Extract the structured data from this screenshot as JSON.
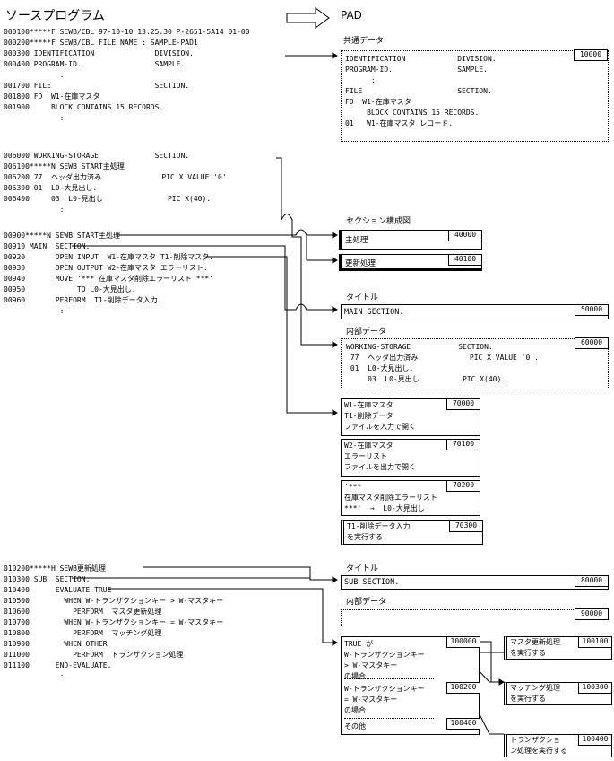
{
  "header": {
    "left_title": "ソースプログラム",
    "right_title": "PAD"
  },
  "source": {
    "block1": [
      "000100*****F SEWB/CBL 97-10-10 13:25:30 P-2651-5A14 01-00",
      "000200*****F SEWB/CBL FILE NAME : SAMPLE-PAD1",
      "000300 IDENTIFICATION              DIVISION.",
      "000400 PROGRAM-ID.                 SAMPLE.",
      "             :",
      "001700 FILE                        SECTION.",
      "001800 FD  W1-在庫マスタ",
      "001900     BLOCK CONTAINS 15 RECORDS.",
      "             :"
    ],
    "block2": [
      "006000 WORKING-STORAGE             SECTION.",
      "006100*****N SEWB START主処理",
      "006200 77  ヘッダ出力済み              PIC X VALUE '0'.",
      "006300 01  L0-大見出し.",
      "006400     03  L0-見出し               PIC X(40).",
      "             :"
    ],
    "block3": [
      "00900*****N SEWB START主処理",
      "00910 MAIN  SECTION.",
      "00920       OPEN INPUT  W1-在庫マスタ T1-削除マスタ.",
      "00930       OPEN OUTPUT W2-在庫マスタ エラーリスト.",
      "00940       MOVE '*** 在庫マスタ削除エラーリスト ***'",
      "00950            TO L0-大見出し.",
      "00960       PERFORM  T1-削除データ入力.",
      "             :"
    ],
    "block4": [
      "010200*****H SEWB更新処理",
      "010300 SUB  SECTION.",
      "010400      EVALUATE TRUE",
      "010500        WHEN W-トランザクションキー > W-マスタキー",
      "010600          PERFORM  マスタ更新処理",
      "010700        WHEN W-トランザクションキー = W-マスタキー",
      "010800          PERFORM  マッチング処理",
      "010900        WHEN OTHER",
      "011000          PERFORM  トランザクション処理",
      "011100      END-EVALUATE.",
      "             :"
    ]
  },
  "pad": {
    "common": {
      "heading": "共通データ",
      "number": "10000",
      "lines": [
        "IDENTIFICATION            DIVISION.",
        "PROGRAM-ID.               SAMPLE.",
        "      :",
        "FILE                      SECTION.",
        "FD  W1-在庫マスタ",
        "     BLOCK CONTAINS 15 RECORDS.",
        "01   W1-在庫マスタ レコード."
      ]
    },
    "section_map": {
      "heading": "セクション構成図",
      "items": [
        {
          "label": "主処理",
          "number": "40000"
        },
        {
          "label": "更新処理",
          "number": "40100"
        }
      ]
    },
    "title1": {
      "heading": "タイトル",
      "label": "MAIN SECTION.",
      "number": "50000"
    },
    "internal1": {
      "heading": "内部データ",
      "number": "60000",
      "lines": [
        "WORKING-STORAGE           SECTION.",
        " 77  ヘッダ出力済み            PIC X VALUE '0'.",
        " 01  L0-大見出し.",
        "     03  L0-見出し          PIC X(40)."
      ]
    },
    "process": [
      {
        "number": "70000",
        "lines": [
          "W1-在庫マスタ",
          "T1-削除データ",
          "ファイルを入力で開く"
        ]
      },
      {
        "number": "70100",
        "lines": [
          "W2-在庫マスタ",
          "エラーリスト",
          "ファイルを出力で開く"
        ]
      },
      {
        "number": "70200",
        "lines": [
          "'***",
          "在庫マスタ削除エラーリスト",
          "***'  →  L0-大見出し"
        ]
      },
      {
        "number": "70300",
        "lines": [
          "T1-削除データ入力",
          "を実行する"
        ]
      }
    ],
    "title2": {
      "heading": "タイトル",
      "label": "SUB SECTION.",
      "number": "80000"
    },
    "internal2": {
      "heading": "内部データ",
      "number": "90000"
    },
    "evaluate": {
      "cases": [
        {
          "number": "100000",
          "lines": [
            "TRUE が",
            "W-トランザクションキー",
            "> W-マスタキー",
            "の場合"
          ]
        },
        {
          "number": "100200",
          "lines": [
            "W-トランザクションキー",
            "= W-マスタキー",
            "の場合"
          ]
        },
        {
          "number": "100400",
          "lines": [
            "その他"
          ]
        }
      ],
      "actions": [
        {
          "number": "100100",
          "lines": [
            "マスタ更新処理",
            "を実行する"
          ]
        },
        {
          "number": "100300",
          "lines": [
            "マッチング処理",
            "を実行する"
          ]
        },
        {
          "number": "100400",
          "lines": [
            "トランザクショ",
            "ン処理を実行する"
          ]
        }
      ]
    }
  }
}
